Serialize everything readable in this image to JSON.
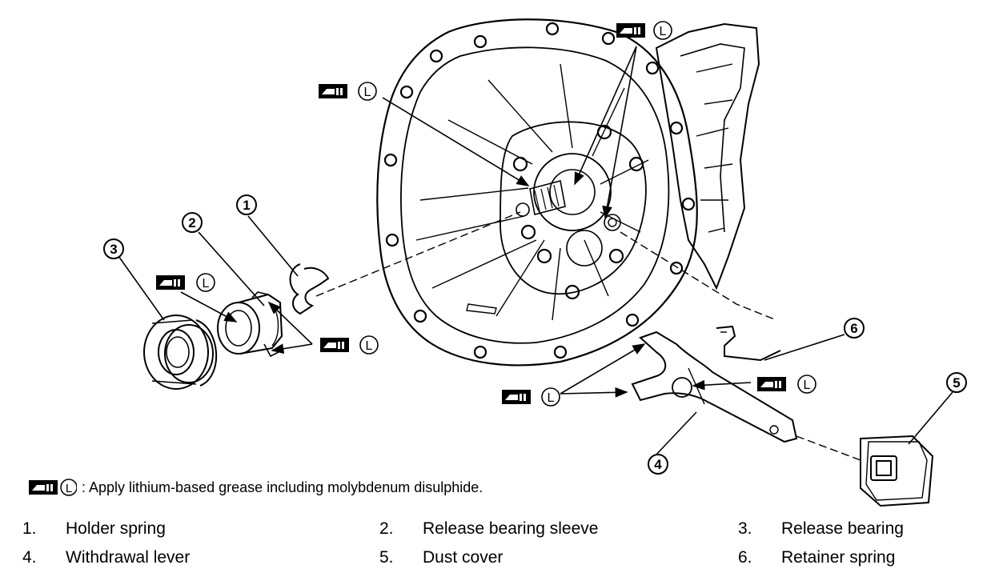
{
  "grease_symbol": {
    "icon": "grease-application-icon",
    "letter": "L"
  },
  "legend": {
    "text": ": Apply lithium-based grease including molybdenum disulphide."
  },
  "callouts": [
    "1",
    "2",
    "3",
    "4",
    "5",
    "6"
  ],
  "parts": [
    {
      "num": "1.",
      "name": "Holder spring"
    },
    {
      "num": "2.",
      "name": "Release bearing sleeve"
    },
    {
      "num": "3.",
      "name": "Release bearing"
    },
    {
      "num": "4.",
      "name": "Withdrawal lever"
    },
    {
      "num": "5.",
      "name": "Dust cover"
    },
    {
      "num": "6.",
      "name": "Retainer spring"
    }
  ]
}
